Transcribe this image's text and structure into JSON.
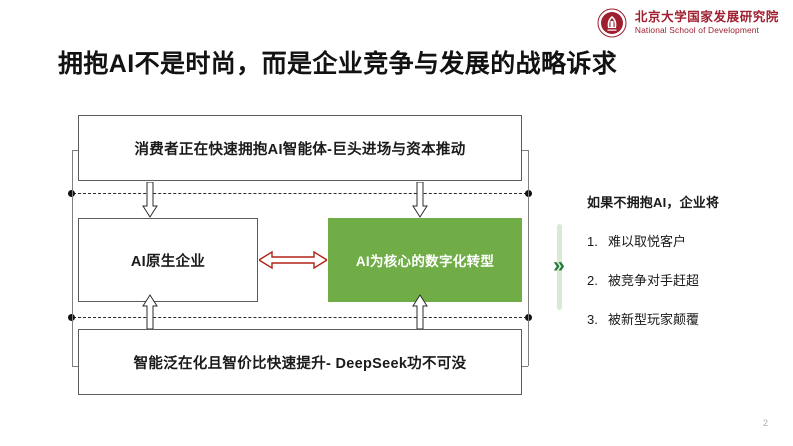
{
  "header": {
    "logo_icon": "pku-nsd-seal-icon",
    "org_cn": "北京大学国家发展研究院",
    "org_en": "National School of Development",
    "brand_color": "#9E1F2F"
  },
  "title": "拥抱AI不是时尚，而是企业竞争与发展的战略诉求",
  "diagram": {
    "top_box": "消费者正在快速拥抱AI智能体-巨头进场与资本推动",
    "left_box": "AI原生企业",
    "green_box": "AI为核心的数字化转型",
    "bottom_box": "智能泛在化且智价比快速提升- DeepSeek功不可没",
    "green_box_color": "#70AD47",
    "relation_arrow_color": "#B02418",
    "relation_arrow_icon": "double-headed-arrow-icon",
    "flow_arrow_icon": "block-arrow-icon"
  },
  "divider": {
    "icon": "double-chevron-right-icon",
    "glyph": "»",
    "bar_color": "#D8EAD0",
    "glyph_color": "#1E7B3C"
  },
  "right_panel": {
    "heading": "如果不拥抱AI，企业将",
    "items": [
      {
        "num": "1.",
        "text": "难以取悦客户"
      },
      {
        "num": "2.",
        "text": "被竞争对手赶超"
      },
      {
        "num": "3.",
        "text": "被新型玩家颠覆"
      }
    ]
  },
  "footer": {
    "page_number": "2"
  }
}
